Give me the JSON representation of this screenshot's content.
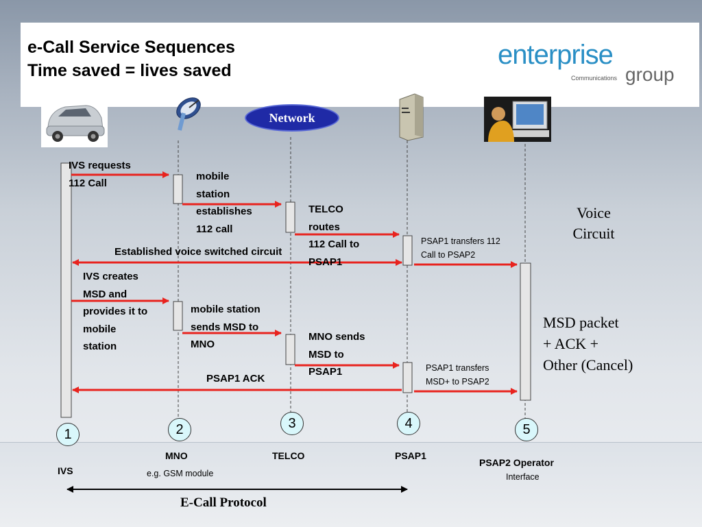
{
  "title": {
    "line1": "e-Call Service Sequences",
    "line2": "Time saved = lives saved"
  },
  "logo": {
    "word": "enterprise",
    "small": "Communications",
    "group": "group"
  },
  "network_label": "Network",
  "lanes": [
    {
      "number": "1",
      "name": "IVS",
      "sub": ""
    },
    {
      "number": "2",
      "name": "MNO",
      "sub": "e.g. GSM  module"
    },
    {
      "number": "3",
      "name": "TELCO",
      "sub": ""
    },
    {
      "number": "4",
      "name": "PSAP1",
      "sub": ""
    },
    {
      "number": "5",
      "name": "PSAP2 Operator",
      "sub": "Interface"
    }
  ],
  "messages": {
    "ivs_requests": [
      "IVS requests",
      "112 Call"
    ],
    "mobile_station_establishes": [
      "mobile",
      "station",
      "establishes",
      "112 call"
    ],
    "telco_routes": [
      "TELCO",
      "routes",
      "112 Call to",
      "PSAP1"
    ],
    "psap1_transfers_call": [
      "PSAP1  transfers 112",
      "Call to PSAP2"
    ],
    "established_circuit": "Established voice switched circuit",
    "ivs_creates_msd": [
      "IVS creates",
      "MSD and",
      "provides it to",
      "mobile",
      "station"
    ],
    "mobile_station_sends_msd": [
      "mobile station",
      "sends MSD to",
      "MNO"
    ],
    "mno_sends_msd": [
      "MNO sends",
      "MSD to",
      "PSAP1"
    ],
    "psap1_transfers_msd": [
      "PSAP1  transfers",
      "MSD+  to PSAP2"
    ],
    "psap1_ack": "PSAP1 ACK"
  },
  "side_labels": {
    "voice_circuit": [
      "Voice",
      "Circuit"
    ],
    "msd_packet": [
      "MSD packet",
      "+ ACK +",
      "Other (Cancel)"
    ]
  },
  "protocol_label": "E-Call Protocol",
  "colors": {
    "arrow": "#e8231e",
    "network": "#1f2aa6",
    "lifeline_box": "#e6e6e6",
    "number_circle": "#d9f7fb",
    "logo_blue": "#2a8fc5"
  }
}
